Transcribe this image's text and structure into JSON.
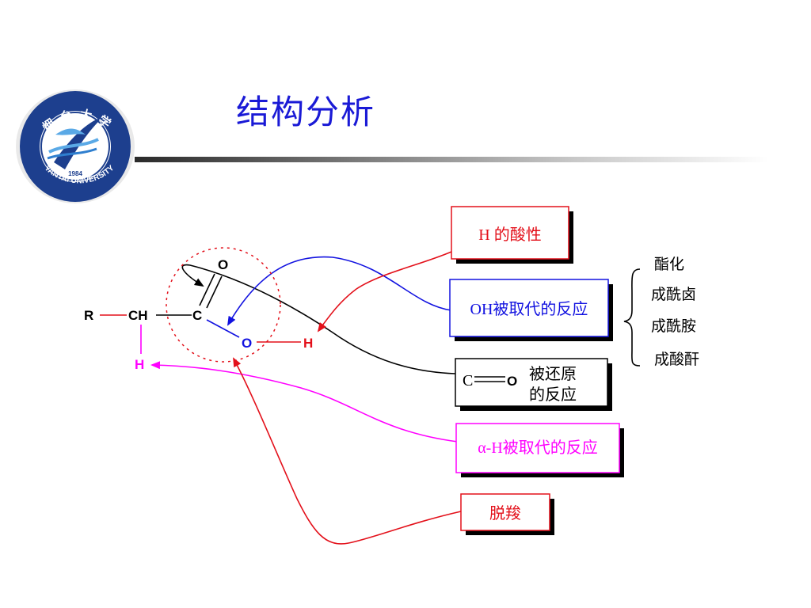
{
  "title": "结构分析",
  "logo": {
    "text_top": "烟台大学",
    "text_bottom": "YANTAI UNIVERSITY",
    "year": "1984"
  },
  "molecule": {
    "r": "R",
    "ch": "CH",
    "c": "C",
    "o_top": "O",
    "o_bottom": "O",
    "h_right": "H",
    "h_alpha": "H"
  },
  "boxes": {
    "h_acidity": "H 的酸性",
    "oh_substitution": "OH被取代的反应",
    "co_reduction_line1": "被还原",
    "co_reduction_line2": "的反应",
    "co_c": "C",
    "co_o": "O",
    "alpha_h": "α-H被取代的反应",
    "decarboxylation": "脱羧"
  },
  "oh_products": [
    "酯化",
    "成酰卤",
    "成酰胺",
    "成酸酐"
  ],
  "colors": {
    "title": "#1a1ad6",
    "red": "#e3101a",
    "blue": "#1212e0",
    "magenta": "#ff00ff",
    "black": "#000000",
    "shadow": "#000000"
  }
}
